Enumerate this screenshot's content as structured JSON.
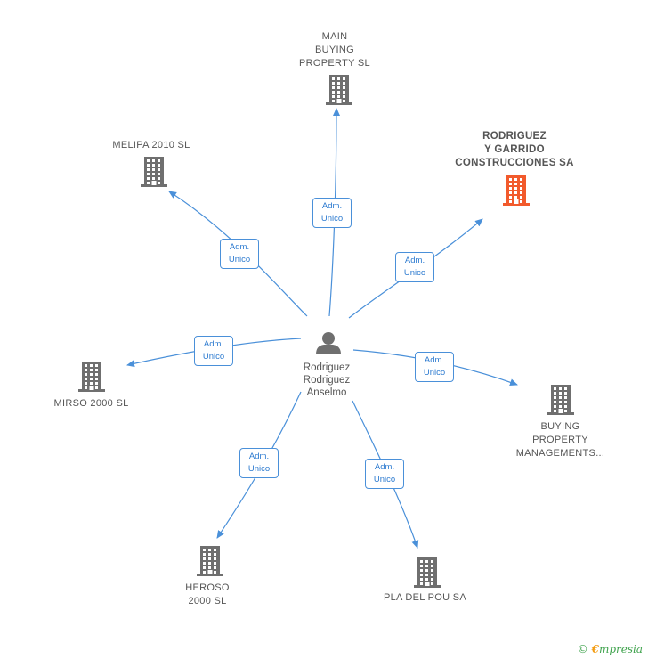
{
  "center": {
    "label": "Rodriguez\nRodriguez\nAnselmo",
    "icon": "person-icon"
  },
  "colors": {
    "building": "#6f6f6f",
    "focus_building": "#f25a2c",
    "edge": "#4a90d9",
    "edge_text": "#2d7bd0"
  },
  "companies": [
    {
      "id": "main-buying-property",
      "label": "MAIN\nBUYING\nPROPERTY  SL",
      "focus": false
    },
    {
      "id": "melipa-2010",
      "label": "MELIPA 2010  SL",
      "focus": false
    },
    {
      "id": "rodriguez-y-garrido",
      "label": "RODRIGUEZ\nY GARRIDO\nCONSTRUCCIONES SA",
      "focus": true
    },
    {
      "id": "mirso-2000",
      "label": "MIRSO 2000  SL",
      "focus": false
    },
    {
      "id": "buying-property-managements",
      "label": "BUYING\nPROPERTY\nMANAGEMENTS...",
      "focus": false
    },
    {
      "id": "heroso-2000",
      "label": "HEROSO\n2000  SL",
      "focus": false
    },
    {
      "id": "pla-del-pou",
      "label": "PLA DEL POU SA",
      "focus": false
    }
  ],
  "edges": [
    {
      "to": "main-buying-property",
      "line1": "Adm.",
      "line2": "Unico"
    },
    {
      "to": "melipa-2010",
      "line1": "Adm.",
      "line2": "Unico"
    },
    {
      "to": "rodriguez-y-garrido",
      "line1": "Adm.",
      "line2": "Unico"
    },
    {
      "to": "mirso-2000",
      "line1": "Adm.",
      "line2": "Unico"
    },
    {
      "to": "buying-property-managements",
      "line1": "Adm.",
      "line2": "Unico"
    },
    {
      "to": "heroso-2000",
      "line1": "Adm.",
      "line2": "Unico"
    },
    {
      "to": "pla-del-pou",
      "line1": "Adm.",
      "line2": "Unico"
    }
  ],
  "footer": {
    "copyright_symbol": "©",
    "brand_e": "€",
    "brand_rest": "mpresia"
  }
}
